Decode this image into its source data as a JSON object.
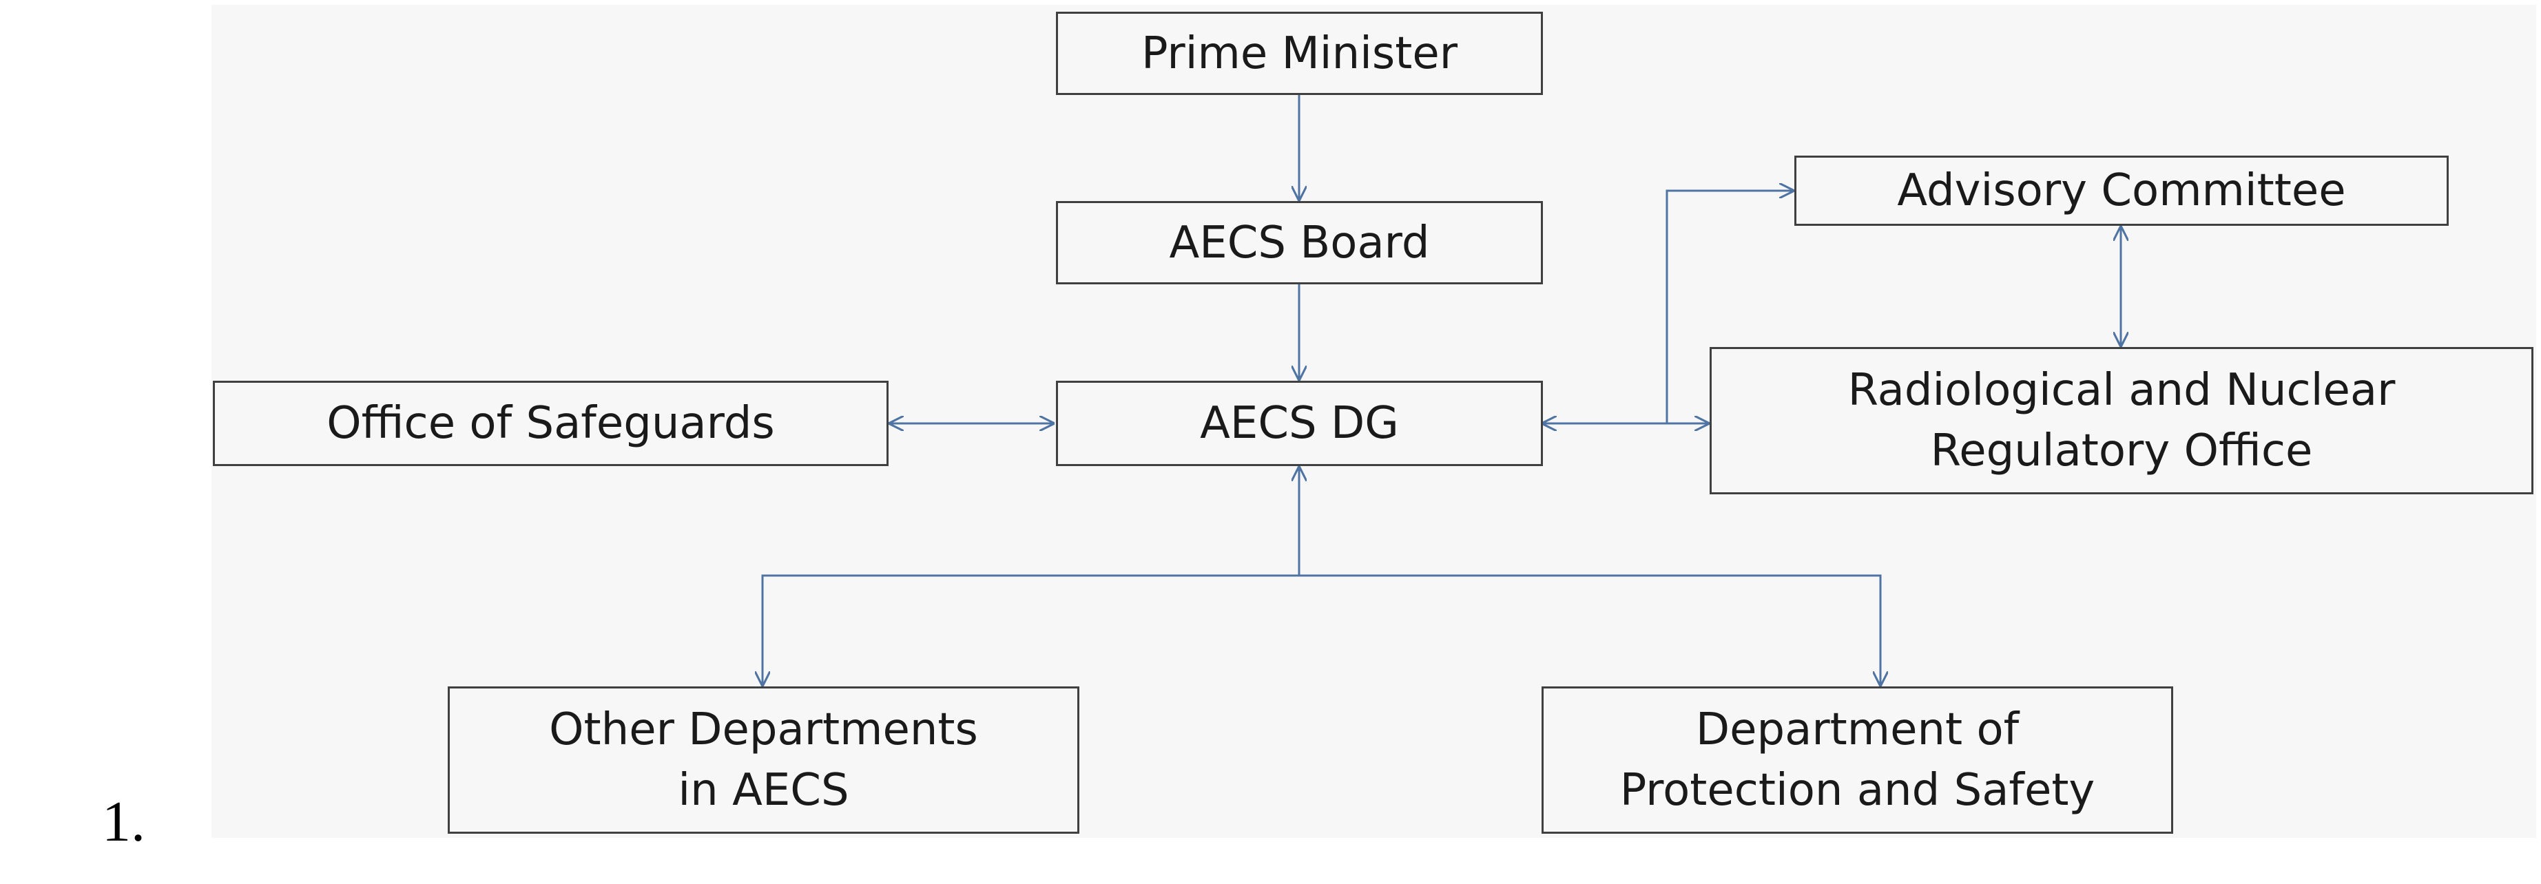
{
  "list_marker": "1.",
  "nodes": {
    "prime_minister": "Prime Minister",
    "aecs_board": "AECS Board",
    "aecs_dg": "AECS DG",
    "office_of_safeguards": "Office of Safeguards",
    "advisory_committee": "Advisory Committee",
    "radiological_office": "Radiological and Nuclear\nRegulatory Office",
    "other_departments": "Other Departments\nin AECS",
    "department_protection": "Department of\nProtection and Safety"
  },
  "edges": [
    {
      "from": "prime_minister",
      "to": "aecs_board",
      "direction": "forward"
    },
    {
      "from": "aecs_board",
      "to": "aecs_dg",
      "direction": "forward"
    },
    {
      "from": "office_of_safeguards",
      "to": "aecs_dg",
      "direction": "both"
    },
    {
      "from": "aecs_dg",
      "to": "advisory_committee",
      "direction": "both"
    },
    {
      "from": "aecs_dg",
      "to": "radiological_office",
      "direction": "both"
    },
    {
      "from": "advisory_committee",
      "to": "radiological_office",
      "direction": "both"
    },
    {
      "from": "aecs_dg",
      "to": "other_departments",
      "direction": "both"
    },
    {
      "from": "aecs_dg",
      "to": "department_protection",
      "direction": "both"
    }
  ],
  "colors": {
    "connector": "#4f74a3",
    "box_border": "#404040",
    "panel_background": "#f7f7f7",
    "page_background": "#ffffff"
  }
}
